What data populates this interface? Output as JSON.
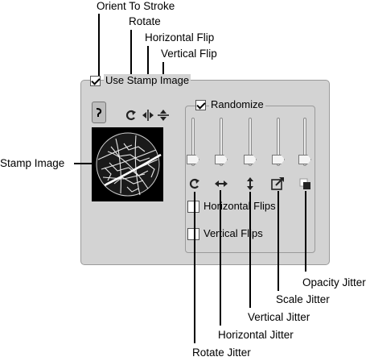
{
  "callouts": {
    "orient_to_stroke": "Orient To Stroke",
    "rotate": "Rotate",
    "horizontal_flip": "Horizontal Flip",
    "vertical_flip": "Vertical Flip",
    "stamp_image": "Stamp Image",
    "opacity_jitter": "Opacity Jitter",
    "scale_jitter": "Scale Jitter",
    "vertical_jitter": "Vertical Jitter",
    "horizontal_jitter": "Horizontal Jitter",
    "rotate_jitter": "Rotate Jitter"
  },
  "panel": {
    "use_stamp_image": {
      "label": "Use Stamp Image",
      "checked": true
    },
    "randomize": {
      "label": "Randomize",
      "checked": true
    },
    "horizontal_flips": {
      "label": "Horizontal Flips",
      "checked": false
    },
    "vertical_flips": {
      "label": "Vertical Flips",
      "checked": false
    }
  },
  "sliders": [
    {
      "name": "rotate-jitter"
    },
    {
      "name": "horizontal-jitter"
    },
    {
      "name": "vertical-jitter"
    },
    {
      "name": "scale-jitter"
    },
    {
      "name": "opacity-jitter"
    }
  ]
}
